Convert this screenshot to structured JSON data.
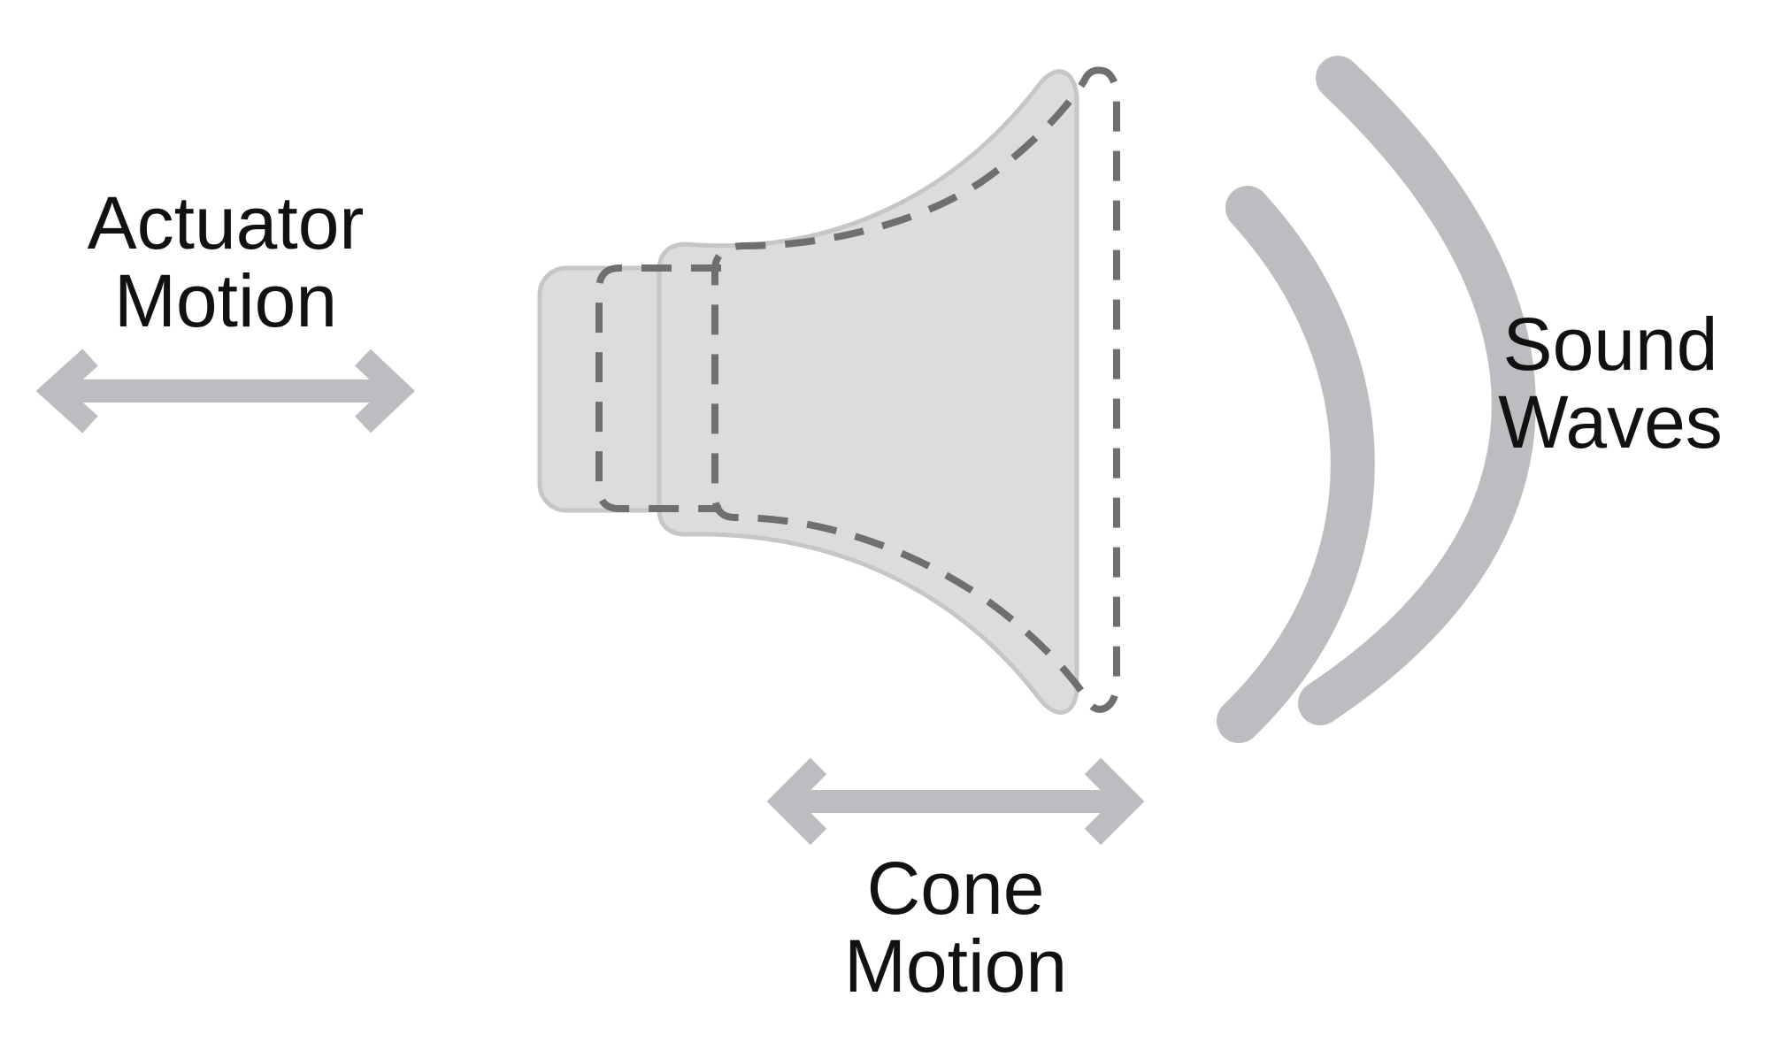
{
  "labels": {
    "actuator": {
      "line1": "Actuator",
      "line2": "Motion"
    },
    "sound": {
      "line1": "Sound",
      "line2": "Waves"
    },
    "cone": {
      "line1": "Cone",
      "line2": "Motion"
    }
  },
  "colors": {
    "arrow": "#bcbdc0",
    "speaker_fill": "#dcdcde",
    "speaker_stroke": "#c6c6c8",
    "dashed_outline": "#6f6f6f",
    "wave": "#bcbdc0",
    "text": "#111111"
  }
}
